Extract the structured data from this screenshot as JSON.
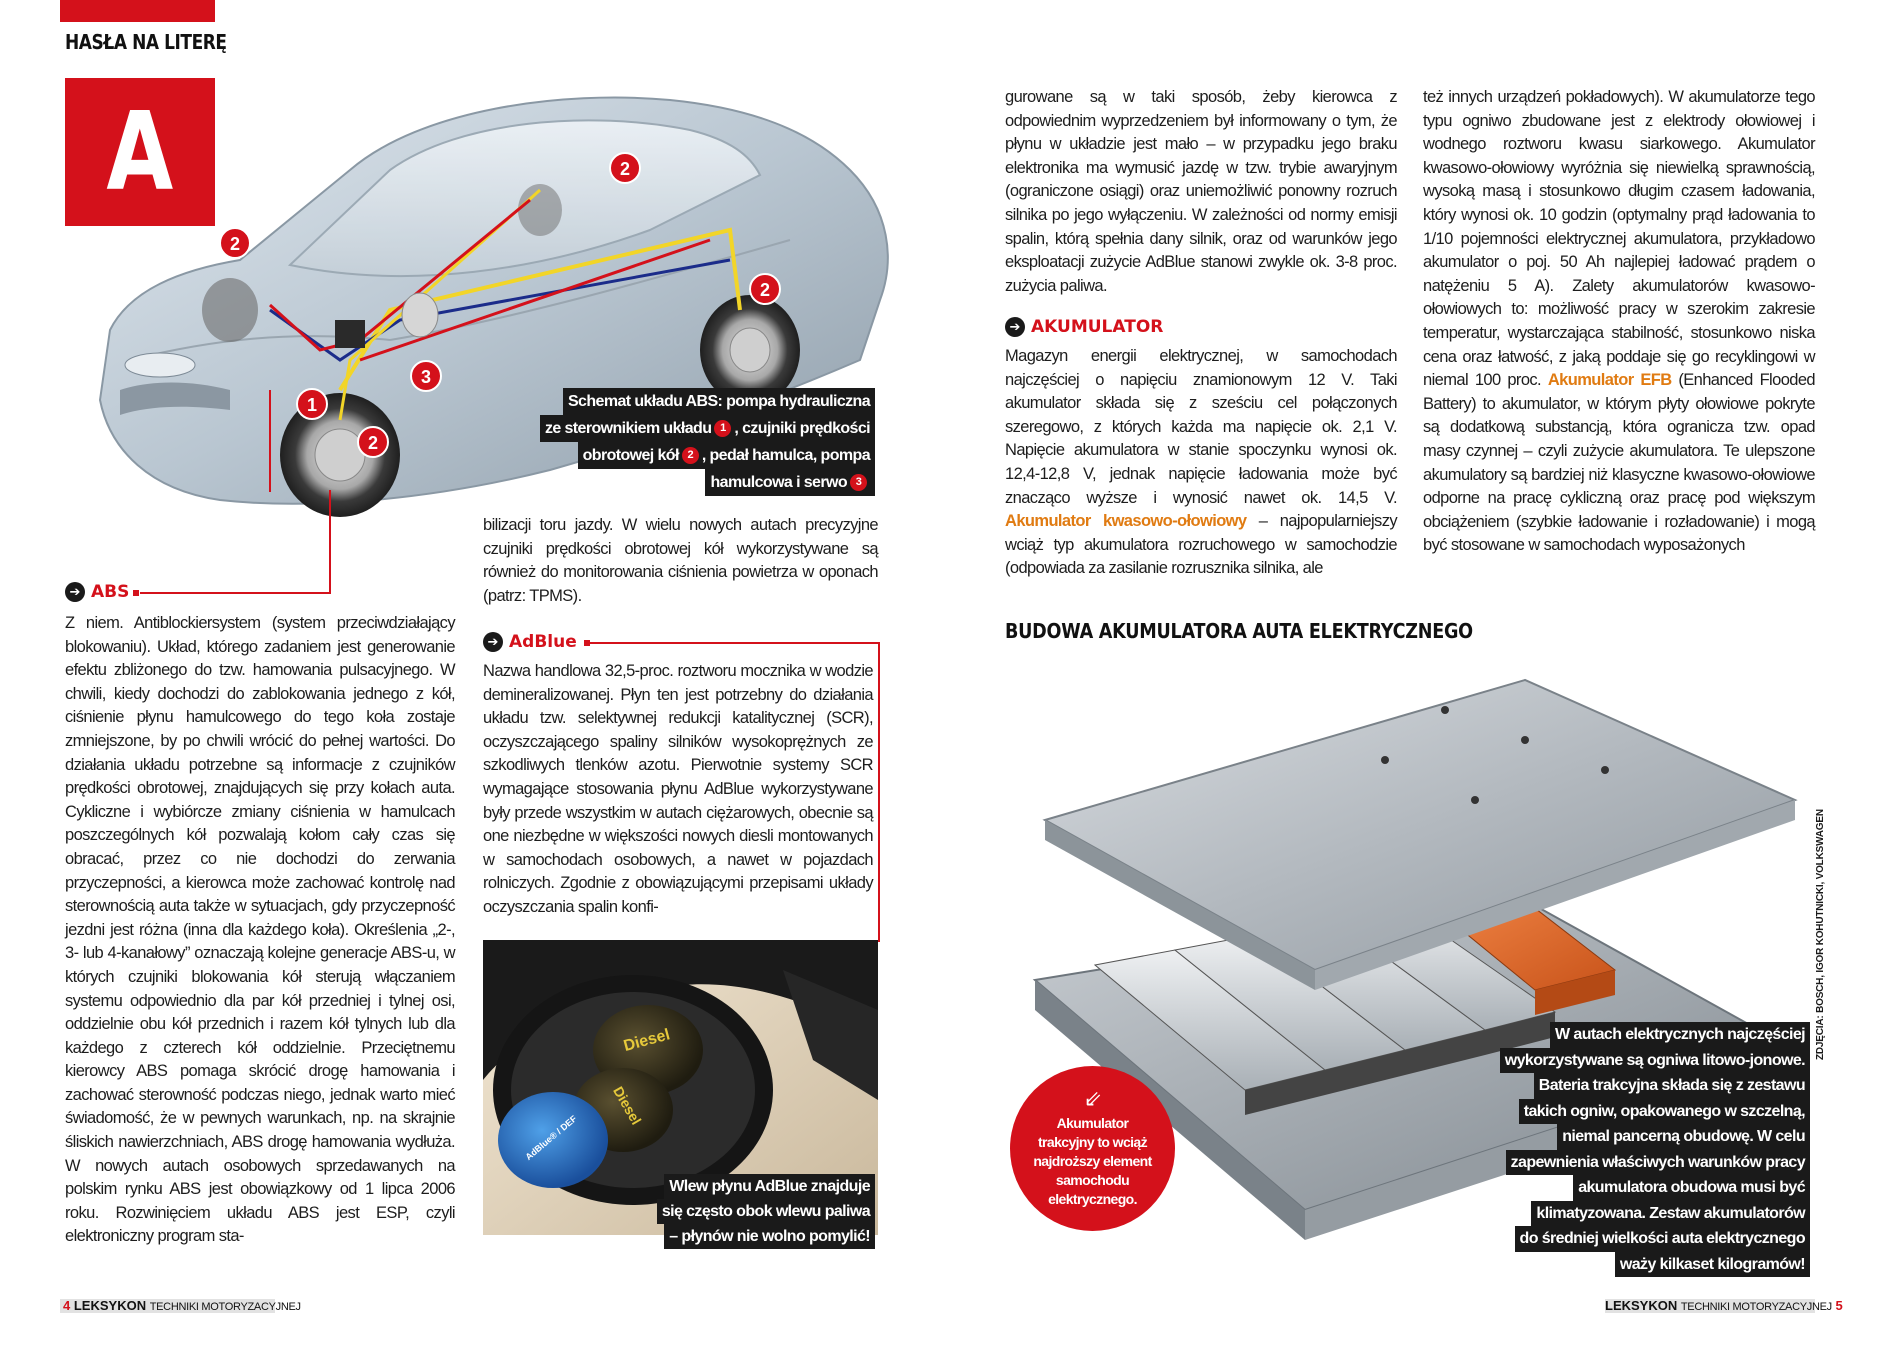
{
  "header": {
    "section": "HASŁA NA LITERĘ",
    "letter": "A"
  },
  "car_caption": {
    "line1": "Schemat układu ABS: pompa hydrauliczna",
    "line2_a": "ze sterownikiem układu",
    "line2_b": ", czujniki prędkości",
    "line3_a": "obrotowej kół",
    "line3_b": ", pedał hamulca, pompa",
    "line4": "hamulcowa i serwo",
    "n1": "1",
    "n2": "2",
    "n3": "3"
  },
  "car_markers": [
    "2",
    "2",
    "2",
    "2",
    "1",
    "3"
  ],
  "abs": {
    "heading": "ABS",
    "text": "Z niem. Antiblockiersystem (system przeciwdziałający blokowaniu). Układ, którego zadaniem jest generowanie efektu zbliżonego do tzw. hamowania pulsacyjnego. W chwili, kiedy dochodzi do zablokowania jednego z kół, ciśnienie płynu hamulcowego do tego koła zostaje zmniejszone, by po chwili wrócić do pełnej wartości. Do działania układu potrzebne są informacje z czujników prędkości obrotowej, znajdujących się przy kołach auta. Cykliczne i wybiórcze zmiany ciśnienia w hamulcach poszczególnych kół pozwalają kołom cały czas się obracać, przez co nie dochodzi do zerwania przyczepności, a kierowca może zachować kontrolę nad sterownością auta także w sytuacjach, gdy przyczepność jezdni jest różna (inna dla każdego koła). Określenia „2-, 3- lub 4-kanałowy” oznaczają kolejne generacje ABS-u, w których czujniki blokowania kół sterują włączaniem systemu odpowiednio dla par kół przedniej i tylnej osi, oddzielnie obu kół przednich i razem kół tylnych lub dla każdego z czterech kół oddzielnie. Przeciętnemu kierowcy ABS pomaga skrócić drogę hamowania i zachować sterowność podczas niego, jednak warto mieć świadomość, że w pewnych warunkach, np. na skrajnie śliskich nawierzchniach, ABS drogę hamowania wydłuża. W nowych autach osobowych sprzedawanych na polskim rynku ABS jest obowiązkowy od 1 lipca 2006 roku. Rozwinięciem układu ABS jest ESP, czyli elektroniczny program sta-"
  },
  "col2_top": "bilizacji toru jazdy. W wielu nowych autach precyzyjne czujniki prędkości obrotowej kół wykorzystywane są również do monitorowania ciśnienia powietrza w oponach (patrz: TPMS).",
  "adblue": {
    "heading": "AdBlue",
    "text": "Nazwa handlowa 32,5-proc. roztworu mocznika w wodzie demineralizowanej. Płyn ten jest potrzebny do działania układu tzw. selektywnej redukcji katalitycznej (SCR), oczyszczającego spaliny silników wysokoprężnych ze szkodliwych tlenków azotu. Pierwotnie systemy SCR wymagające stosowania płynu AdBlue wykorzystywane były przede wszystkim w autach ciężarowych, obecnie są one niezbędne w większości nowych diesli montowanych w samochodach osobowych, a nawet w pojazdach rolniczych. Zgodnie z obowiązującymi przepisami układy oczyszczania spalin konfi-"
  },
  "fuel_caption": {
    "line1": "Wlew płynu AdBlue znajduje",
    "line2": "się często obok wlewu paliwa",
    "line3": "– płynów nie wolno pomylić!"
  },
  "fuel_cap_labels": {
    "diesel": "Diesel",
    "diesel2": "Diesel",
    "adblue": "AdBlue® / DEF"
  },
  "col3_top": "gurowane są w taki sposób, żeby kierowca z odpowiednim wyprzedzeniem był informowany o tym, że płynu w układzie jest mało – w przypadku jego braku elektronika ma wymusić jazdę w tzw. trybie awaryjnym (ograniczone osiągi) oraz uniemożliwić ponowny rozruch silnika po jego wyłączeniu. W zależności od normy emisji spalin, którą spełnia dany silnik, oraz od warunków jego eksploatacji zużycie AdBlue stanowi zwykle ok. 3-8 proc. zużycia paliwa.",
  "akumulator": {
    "heading": "AKUMULATOR",
    "text": "Magazyn energii elektrycznej, w samochodach najczęściej o napięciu znamionowym 12 V. Taki akumulator składa się z sześciu cel połączonych szeregowo, z których każda ma napięcie ok. 2,1 V. Napięcie akumulatora w stanie spoczynku wynosi ok. 12,4-12,8 V, jednak napięcie ładowania może być znacząco wyższe i wynosić nawet ok. 14,5 V.",
    "kw_term": "Akumulator kwasowo-ołowiowy",
    "kw_text": " – najpopularniejszy wciąż typ akumulatora rozruchowego w samochodzie (odpowiada za zasilanie rozrusznika silnika, ale"
  },
  "col4": {
    "text1": "też innych urządzeń pokładowych). W akumulatorze tego typu ogniwo zbudowane jest z elektrody ołowiowej i wodnego roztworu kwasu siarkowego. Akumulator kwasowo-ołowiowy wyróżnia się niewielką sprawnością, wysoką masą i stosunkowo długim czasem ładowania, który wynosi ok. 10 godzin (optymalny prąd ładowania to 1/10 pojemności elektrycznej akumulatora, przykładowo akumulator o poj. 50 Ah najlepiej ładować prądem o natężeniu 5 A). Zalety akumulatorów kwasowo-ołowiowych to: możliwość pracy w szerokim zakresie temperatur, wystarczająca stabilność, stosunkowo niska cena oraz łatwość, z jaką poddaje się go recyklingowi w niemal 100 proc.",
    "efb_term": "Akumulator EFB",
    "efb_text": " (Enhanced Flooded Battery) to akumulator, w którym płyty ołowiowe pokryte są dodatkową substancją, która ogranicza tzw. opad masy czynnej – czyli zużycie akumulatora. Te ulepszone akumulatory są bardziej niż klasyczne kwasowo-ołowiowe odporne na pracę cykliczną oraz pracę pod większym obciążeniem (szybkie ładowanie i rozładowanie) i mogą być stosowane w samochodach wyposażonych"
  },
  "battery": {
    "title": "BUDOWA AKUMULATORA AUTA ELEKTRYCZNEGO",
    "caption": [
      "W autach elektrycznych najczęściej",
      "wykorzystywane są ogniwa litowo-jonowe.",
      "Bateria trakcyjna składa się z zestawu",
      "takich ogniw, opakowanego w szczelną,",
      "niemal pancerną obudowę. W celu",
      "zapewnienia właściwych warunków pracy",
      "akumulatora obudowa musi być",
      "klimatyzowana. Zestaw akumulatorów",
      "do średniej wielkości auta elektrycznego",
      "waży kilkaset kilogramów!"
    ],
    "circle_text": "Akumulator trakcyjny to wciąż najdroższy element samochodu elektrycznego.",
    "circle_icon": "arrow-down-left-icon"
  },
  "credit": "ZDJĘCIA: BOSCH, IGOR KOHUTNICKI, VOLKSWAGEN",
  "footer": {
    "left_page": "4",
    "right_page": "5",
    "brand": "LEKSYKON",
    "subtitle": "TECHNIKI MOTORYZACYJNEJ"
  },
  "colors": {
    "accent": "#d4111b",
    "orange": "#e07b12",
    "dark": "#1a1a1a"
  }
}
